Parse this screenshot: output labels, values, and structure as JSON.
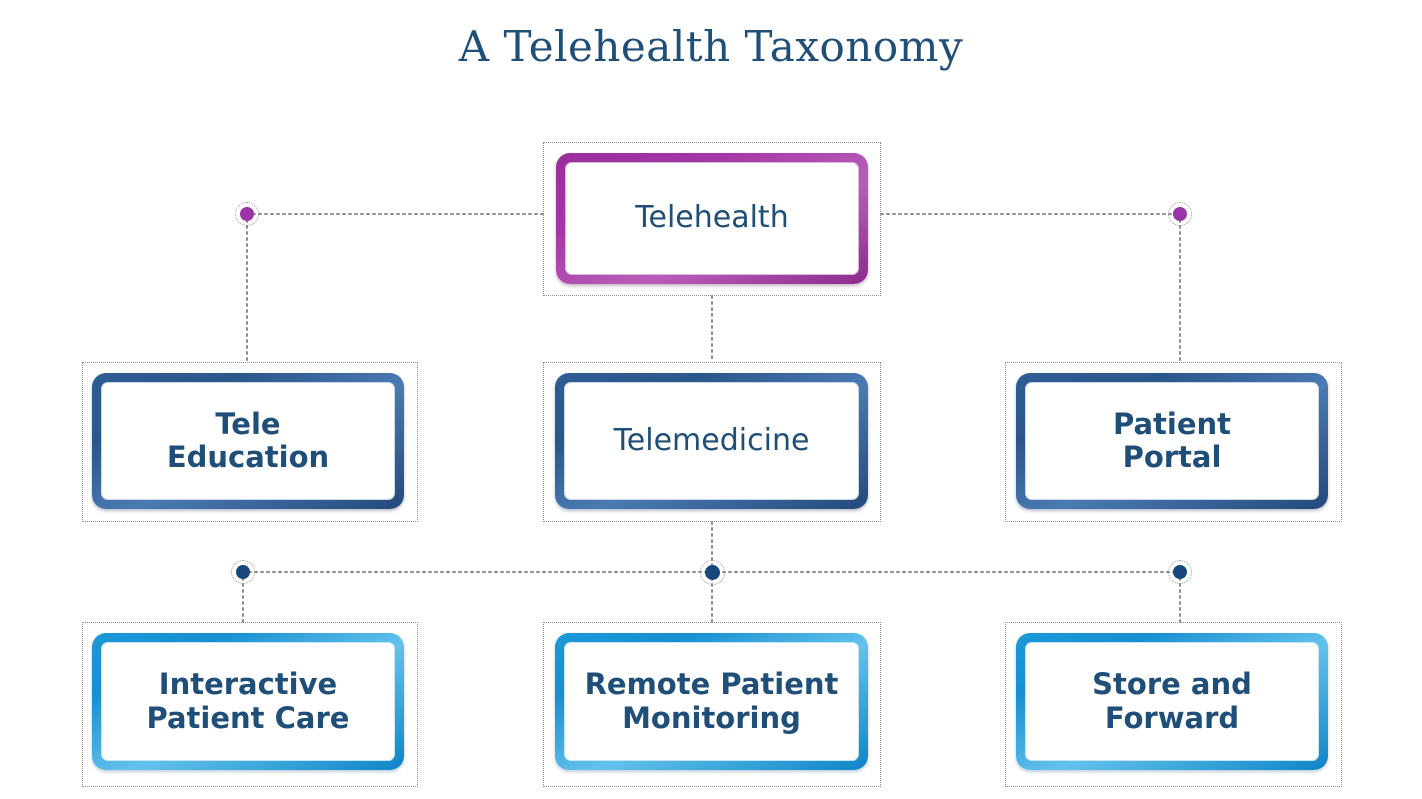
{
  "title": "A Telehealth Taxonomy",
  "colors": {
    "title_text": "#1F4E79",
    "node_text": "#1F4E79",
    "level1_border": "#9B2D9B",
    "level2_border": "#2E5E96",
    "level3_border": "#1B9AD8",
    "connector_line": "#8e8e8e",
    "junction_purple": "#9B34A8",
    "junction_navy": "#18467F",
    "background": "#FFFFFF"
  },
  "nodes": {
    "root": {
      "label": "Telehealth",
      "level": 1
    },
    "tele_education": {
      "label": "Tele\nEducation",
      "level": 2
    },
    "telemedicine": {
      "label": "Telemedicine",
      "level": 2
    },
    "patient_portal": {
      "label": "Patient\nPortal",
      "level": 2
    },
    "interactive_patient_care": {
      "label": "Interactive\nPatient Care",
      "level": 3
    },
    "remote_patient_monitoring": {
      "label": "Remote Patient\nMonitoring",
      "level": 3
    },
    "store_and_forward": {
      "label": "Store and\nForward",
      "level": 3
    }
  },
  "hierarchy": {
    "root": "Telehealth",
    "children": [
      {
        "label": "Tele Education",
        "children": []
      },
      {
        "label": "Telemedicine",
        "children": [
          {
            "label": "Interactive Patient Care"
          },
          {
            "label": "Remote Patient Monitoring"
          },
          {
            "label": "Store and Forward"
          }
        ]
      },
      {
        "label": "Patient Portal",
        "children": []
      }
    ]
  },
  "junctions": [
    {
      "name": "left-purple-junction",
      "color": "purple"
    },
    {
      "name": "right-purple-junction",
      "color": "purple"
    },
    {
      "name": "left-navy-junction",
      "color": "navy"
    },
    {
      "name": "center-navy-junction",
      "color": "navy"
    },
    {
      "name": "right-navy-junction",
      "color": "navy"
    }
  ]
}
